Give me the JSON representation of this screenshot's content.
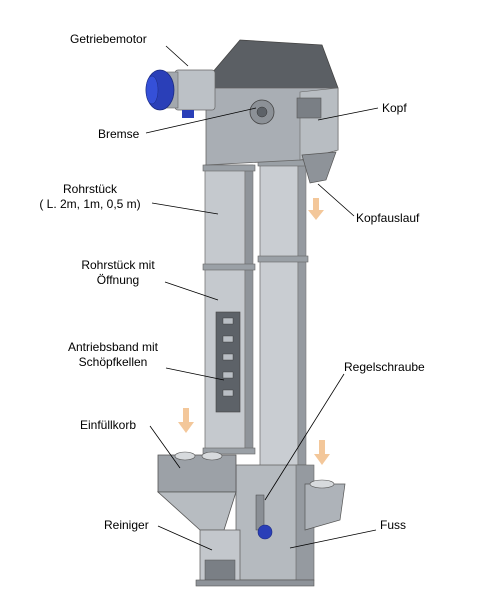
{
  "labels": {
    "getriebemotor": "Getriebemotor",
    "bremse": "Bremse",
    "kopf": "Kopf",
    "rohrstueck_line1": "Rohrstück",
    "rohrstueck_line2": "( L. 2m, 1m, 0,5 m)",
    "kopfauslauf": "Kopfauslauf",
    "rohrstueck_oeffnung_line1": "Rohrstück mit",
    "rohrstueck_oeffnung_line2": "Öffnung",
    "antriebsband_line1": "Antriebsband mit",
    "antriebsband_line2": "Schöpfkellen",
    "regelschraube": "Regelschraube",
    "einfuellkorb": "Einfüllkorb",
    "reiniger": "Reiniger",
    "fuss": "Fuss"
  },
  "colors": {
    "steel_light": "#c9cdd2",
    "steel_mid": "#a8adb3",
    "steel_dark": "#6d7278",
    "head_dark": "#5b5f64",
    "motor_blue": "#2a3fb8",
    "arrow_fill": "#f3c79a",
    "leader_line": "#000000"
  }
}
